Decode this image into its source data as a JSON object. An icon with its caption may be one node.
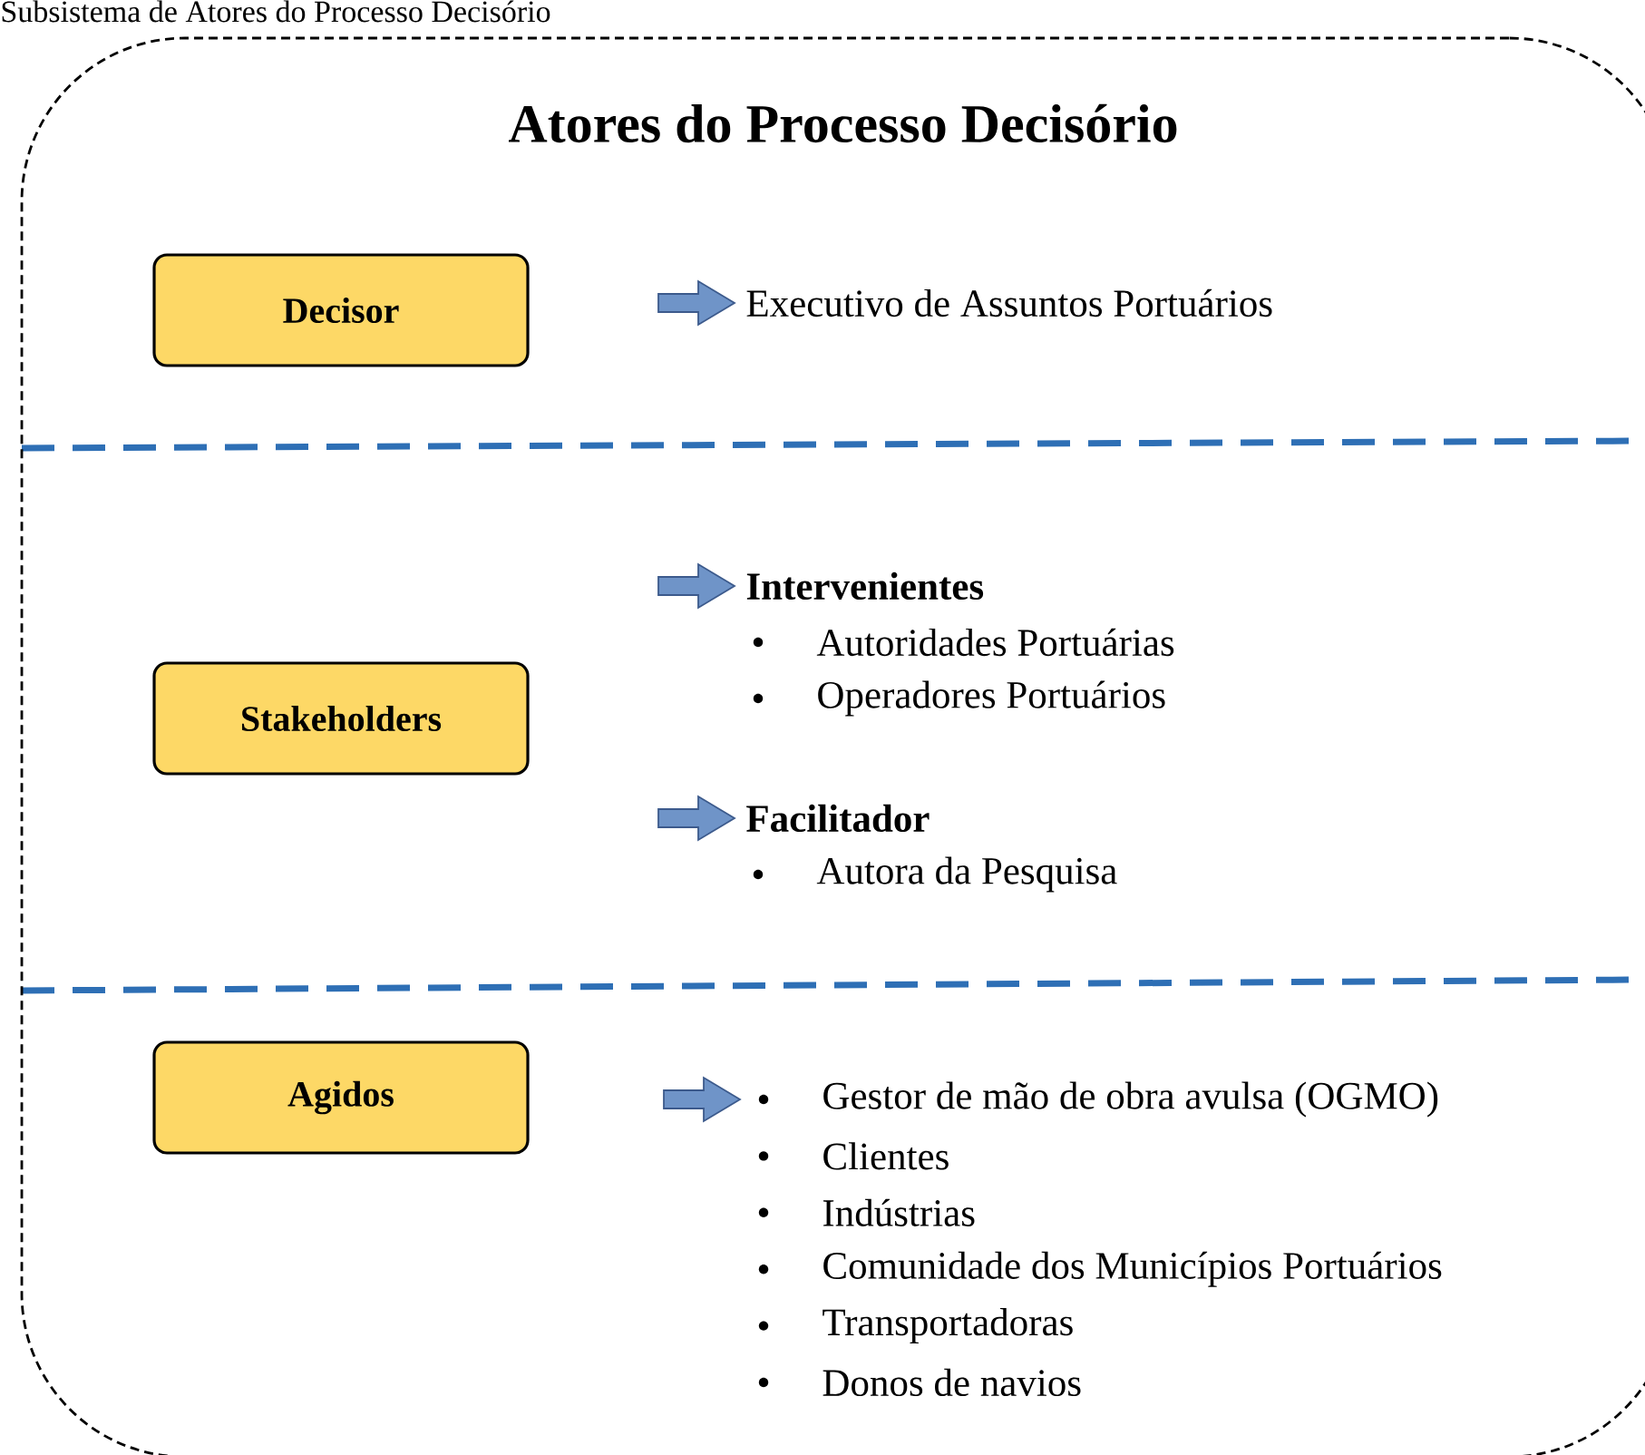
{
  "diagram": {
    "caption": "Subsistema de Atores do Processo Decisório",
    "nodes": [
      {
        "text": [
          "Atores do Processo Decisório"
        ]
      },
      {
        "text": [
          "Decisor"
        ],
        "in": 0
      },
      {
        "text": [
          "Executivo de Assuntos Portuários"
        ],
        "in": 0
      },
      {
        "text": [
          "Stakeholders"
        ],
        "in": 0
      },
      {
        "text": [
          "Intervenientes",
          "Autoridades Portuárias",
          "Operadores Portuários"
        ],
        "in": 0
      },
      {
        "text": [
          "Facilitador",
          "Autora da Pesquisa"
        ],
        "in": 0
      },
      {
        "text": [
          "Agidos"
        ],
        "in": 0
      },
      {
        "text": [
          "Gestor de mão de obra avulsa (OGMO)",
          "Clientes",
          "Indústrias",
          "Comunidade dos Municípios Portuários",
          "Transportadoras",
          "Donos de navios"
        ],
        "in": 0
      }
    ],
    "edges": [
      {
        "from": null,
        "to": 2,
        "arrow": "to"
      },
      {
        "from": null,
        "to": 4,
        "arrow": "to"
      },
      {
        "from": null,
        "to": 5,
        "arrow": "to"
      },
      {
        "from": null,
        "to": 7,
        "arrow": "to"
      }
    ]
  }
}
